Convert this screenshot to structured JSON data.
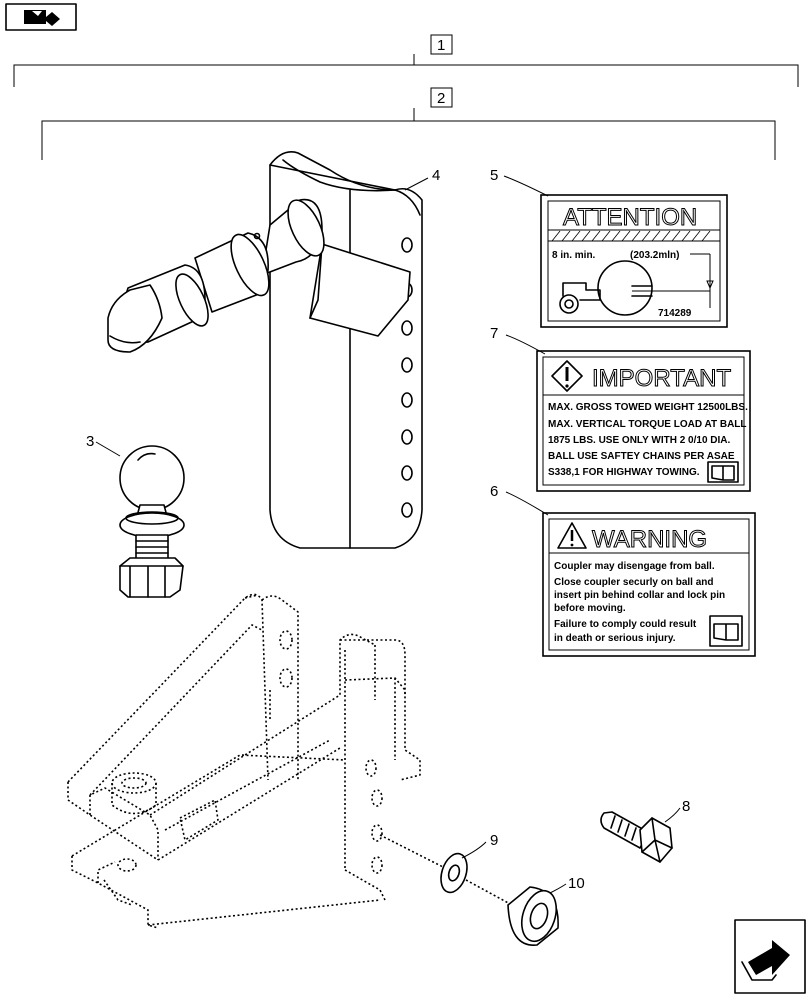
{
  "callouts": {
    "c1": "1",
    "c2": "2",
    "c3": "3",
    "c4": "4",
    "c5": "5",
    "c6": "6",
    "c7": "7",
    "c8": "8",
    "c9": "9",
    "c10": "10"
  },
  "decal_attention": {
    "heading": "ATTENTION",
    "distance": "8  in.  min.",
    "metric": "(203.2mln)",
    "part_number": "714289"
  },
  "decal_important": {
    "heading": "IMPORTANT",
    "lines": [
      "MAX. GROSS TOWED WEIGHT 12500LBS.",
      "MAX. VERTICAL TORQUE LOAD AT BALL",
      "1875 LBS. USE ONLY WITH 2 0/10 DIA.",
      "BALL USE SAFTEY CHAINS PER ASAE",
      "S338,1 FOR HIGHWAY TOWING."
    ]
  },
  "decal_warning": {
    "heading": "WARNING",
    "lines": [
      "Coupler may disengage from ball.",
      "Close coupler securly on ball and",
      "insert pin behind collar and lock pin",
      "before moving.",
      "Failure to comply could result",
      "in death or serious injury."
    ]
  }
}
